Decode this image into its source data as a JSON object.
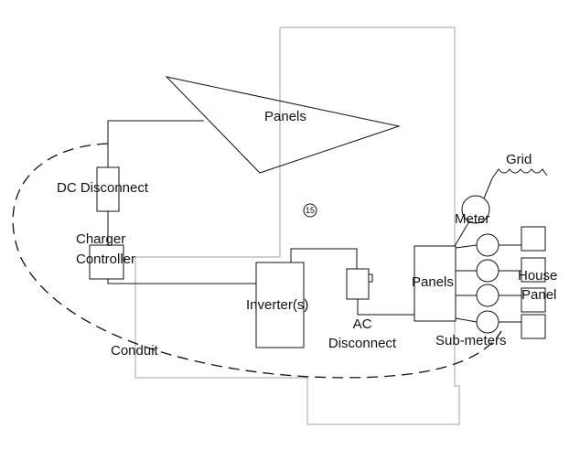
{
  "labels": {
    "panels_roof": "Panels",
    "dc_disconnect": "DC Disconnect",
    "charger_controller_line1": "Charger",
    "charger_controller_line2": "Controller",
    "inverter": "Inverter(s)",
    "ac_disconnect_line1": "AC",
    "ac_disconnect_line2": "Disconnect",
    "panels_distribution": "Panels",
    "meter": "Meter",
    "grid": "Grid",
    "house_panel_line1": "House",
    "house_panel_line2": "Panel",
    "sub_meters": "Sub-meters",
    "conduit": "Conduit",
    "marker": "15"
  }
}
